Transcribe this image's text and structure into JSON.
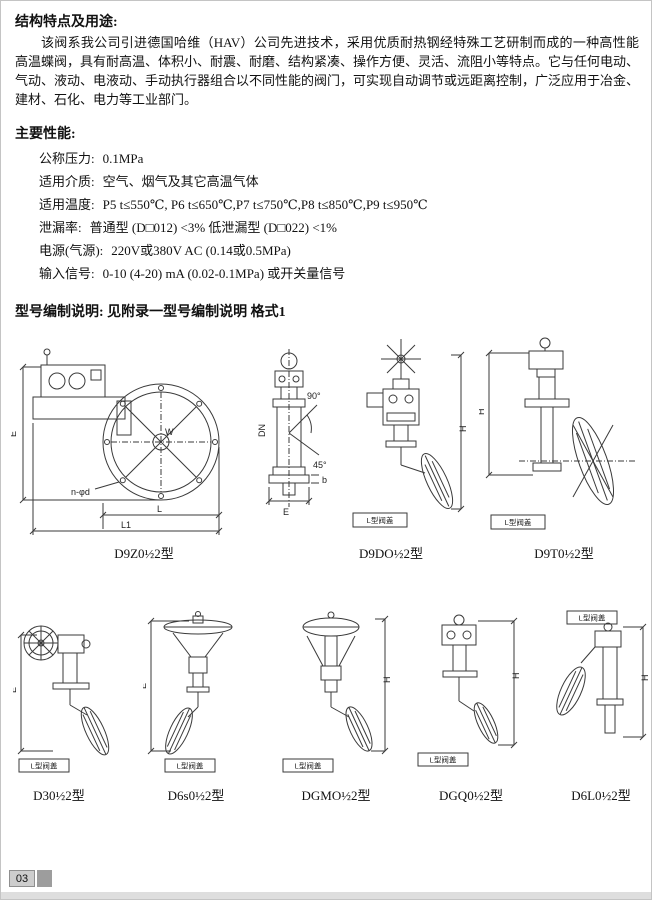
{
  "doc": {
    "intro": {
      "title": "结构特点及用途:",
      "body": "该阀系我公司引进德国哈维（HAV）公司先进技术，采用优质耐热钢经特殊工艺研制而成的一种高性能高温蝶阀，具有耐高温、体积小、耐震、耐磨、结构紧凑、操作方便、灵活、流阻小等特点。它与任何电动、气动、液动、电液动、手动执行器组合以不同性能的阀门，可实现自动调节或远距离控制，广泛应用于冶金、建材、石化、电力等工业部门。"
    },
    "performance": {
      "title": "主要性能:",
      "specs": [
        {
          "label": "公称压力:",
          "value": "0.1MPa"
        },
        {
          "label": "适用介质:",
          "value": "空气、烟气及其它高温气体"
        },
        {
          "label": "适用温度:",
          "value": "P5 t≤550℃, P6 t≤650℃,P7 t≤750℃,P8 t≤850℃,P9 t≤950℃"
        },
        {
          "label": "泄漏率:",
          "value": "普通型 (D□012) <3%  低泄漏型 (D□022) <1%"
        },
        {
          "label": "电源(气源):",
          "value": "220V或380V AC (0.14或0.5MPa)"
        },
        {
          "label": "输入信号:",
          "value": "0-10 (4-20) mA (0.02-0.1MPa) 或开关量信号"
        }
      ]
    },
    "model_note": "型号编制说明: 见附录一型号编制说明 格式1",
    "page_number": "03"
  },
  "figures": {
    "row1": [
      {
        "caption": "D9Z0½2型",
        "labels": {
          "e": "E",
          "w": "W",
          "n_phi_d": "n-φd",
          "l": "L",
          "l1": "L1",
          "dn": "DN",
          "deg90": "90°",
          "deg45": "45°",
          "e2": "E",
          "b": "b"
        }
      },
      {
        "caption": "D9DO½2型",
        "labels": {
          "h": "H",
          "bonnet": "L型阀盖"
        }
      },
      {
        "caption": "D9T0½2型",
        "labels": {
          "h": "H",
          "bonnet": "L型阀盖"
        }
      }
    ],
    "row2": [
      {
        "caption": "D30½2型",
        "labels": {
          "dim": "E",
          "bonnet": "L型阀盖"
        }
      },
      {
        "caption": "D6s0½2型",
        "labels": {
          "dim": "E",
          "bonnet": "L型阀盖"
        }
      },
      {
        "caption": "DGMO½2型",
        "labels": {
          "dim": "H",
          "bonnet": "L型阀盖"
        }
      },
      {
        "caption": "DGQ0½2型",
        "labels": {
          "dim": "H",
          "bonnet": "L型阀盖"
        }
      },
      {
        "caption": "D6L0½2型",
        "labels": {
          "dim": "H",
          "bonnet": "L型阀盖"
        }
      }
    ]
  }
}
